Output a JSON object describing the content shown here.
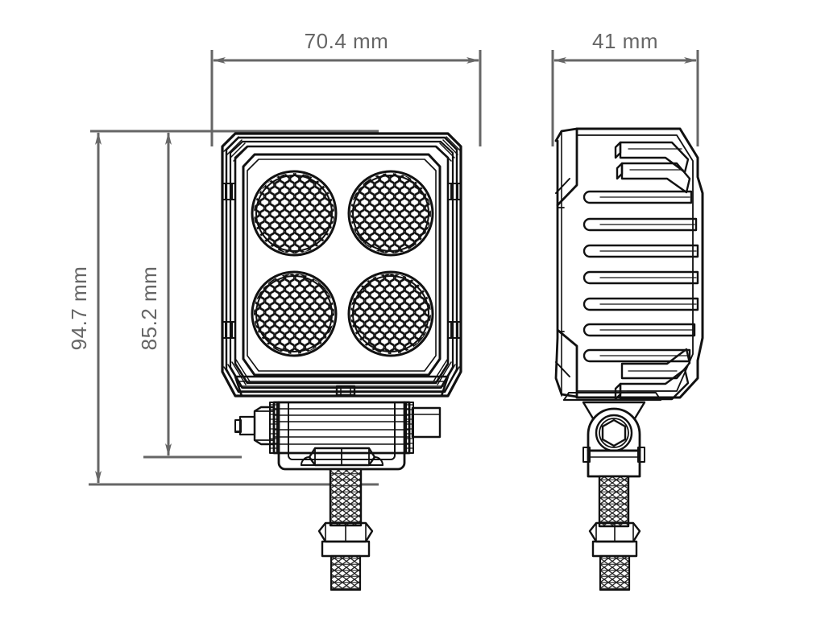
{
  "drawing": {
    "title": "LED Work Light Dimensional Drawing",
    "background_color": "#ffffff",
    "line_color": "#1a1a1a",
    "dimension_color": "#666666",
    "units": "mm",
    "views": [
      {
        "name": "front-view",
        "label": ""
      },
      {
        "name": "side-view",
        "label": ""
      }
    ]
  },
  "dimensions": {
    "width": {
      "id": "width-dimension",
      "label": "70.4 mm",
      "value": 70.4,
      "units": "mm",
      "orientation": "horizontal",
      "view": "front-view"
    },
    "depth": {
      "id": "depth-dimension",
      "label": "41 mm",
      "value": 41,
      "units": "mm",
      "orientation": "horizontal",
      "view": "side-view"
    },
    "overall_height": {
      "id": "overall-height-dimension",
      "label": "94.7 mm",
      "value": 94.7,
      "units": "mm",
      "orientation": "vertical",
      "view": "front-view"
    },
    "body_height": {
      "id": "body-height-dimension",
      "label": "85.2 mm",
      "value": 85.2,
      "units": "mm",
      "orientation": "vertical",
      "view": "front-view"
    }
  },
  "product": {
    "type": "led-work-light",
    "lens_count": 4,
    "lens_pattern": "honeycomb",
    "housing_shape": "square-chamfered",
    "heatsink_fin_count": 7,
    "mount": "u-bracket-threaded-stud"
  }
}
